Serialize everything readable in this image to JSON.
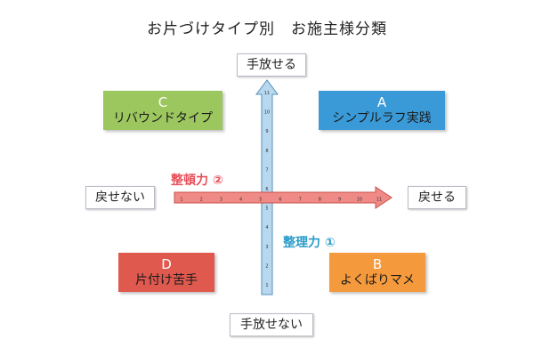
{
  "title": "お片づけタイプ別　お施主様分類",
  "top_label": "手放せる",
  "bottom_label": "手放せない",
  "left_label": "戻せない",
  "right_label": "戻せる",
  "horizontal_axis": {
    "name": "整頓力 ②",
    "color": "#e8505b",
    "ticks": [
      "1",
      "2",
      "3",
      "4",
      "5",
      "6",
      "7",
      "8",
      "9",
      "10",
      "11"
    ]
  },
  "vertical_axis": {
    "name": "整理力 ①",
    "color": "#2a9bc9",
    "ticks": [
      "1",
      "2",
      "3",
      "4",
      "5",
      "6",
      "7",
      "8",
      "9",
      "10",
      "11"
    ]
  },
  "quadrants": [
    {
      "letter": "C",
      "name": "リバウンドタイプ",
      "color": "#9cc65e"
    },
    {
      "letter": "A",
      "name": "シンプルラフ実践",
      "color": "#3a9ad8"
    },
    {
      "letter": "D",
      "name": "片付け苦手",
      "color": "#e0594e"
    },
    {
      "letter": "B",
      "name": "よくばりマメ",
      "color": "#f59a3c"
    }
  ]
}
